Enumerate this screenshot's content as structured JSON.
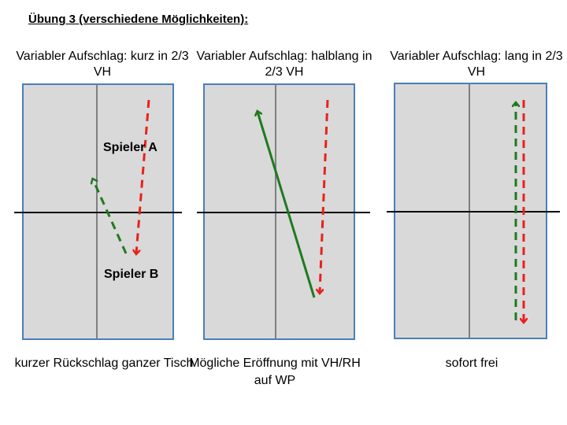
{
  "page_title": "Übung 3 (verschiedene Möglichkeiten):",
  "colors": {
    "table_fill": "#d9d9d9",
    "table_border": "#4a7ebb",
    "center_line": "#7f7f7f",
    "net_line": "#000000",
    "serve_arrow": "#e8211d",
    "return_arrow": "#1f7a1f"
  },
  "panels": [
    {
      "title": "Variabler Aufschlag: kurz in 2/3 VH",
      "caption": "kurzer Rückschlag ganzer Tisch",
      "players": [
        "Spieler A",
        "Spieler B"
      ]
    },
    {
      "title": "Variabler Aufschlag: halblang in 2/3 VH",
      "caption": "Mögliche Eröffnung mit VH/RH auf WP"
    },
    {
      "title": "Variabler Aufschlag: lang in 2/3 VH",
      "caption": "sofort frei"
    }
  ]
}
